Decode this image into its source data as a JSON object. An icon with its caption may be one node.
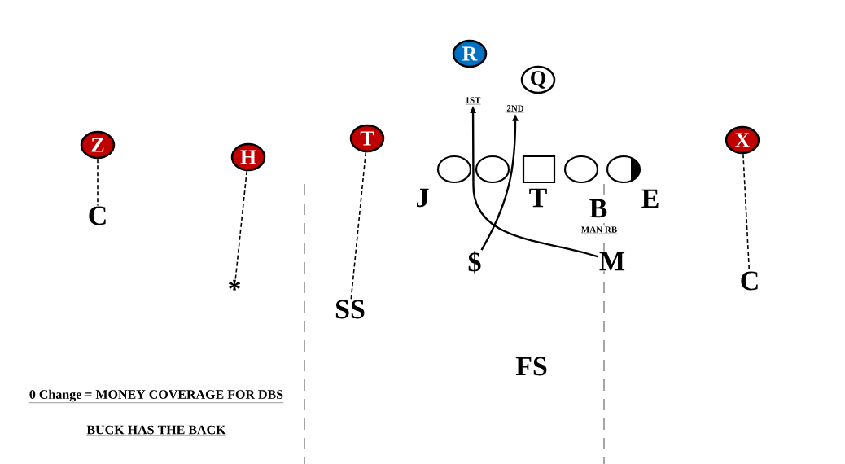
{
  "diagram": {
    "nodes": [
      {
        "text": [
          "R"
        ]
      },
      {
        "text": [
          "Q"
        ]
      },
      {
        "text": [
          "1ST"
        ]
      },
      {
        "text": [
          "2ND"
        ]
      },
      {
        "text": [
          "Z"
        ]
      },
      {
        "text": [
          "T"
        ]
      },
      {
        "text": [
          "X"
        ]
      },
      {
        "text": [
          "H"
        ]
      },
      {
        "text": [],
        "shape": "circle"
      },
      {
        "text": [],
        "shape": "circle"
      },
      {
        "text": [],
        "shape": "box"
      },
      {
        "text": [],
        "shape": "circle"
      },
      {
        "text": [],
        "shape": "circle"
      },
      {
        "text": [
          "C"
        ]
      },
      {
        "text": [
          "$"
        ]
      },
      {
        "text": [
          "M"
        ]
      },
      {
        "text": [
          "C"
        ]
      },
      {
        "text": [
          "*"
        ]
      },
      {
        "text": [
          "SS"
        ]
      }
    ],
    "edges": [
      {
        "from": 4,
        "to": 13,
        "arrow": "none",
        "style": "dashed"
      },
      {
        "from": 7,
        "to": 17,
        "arrow": "none",
        "style": "dashed"
      },
      {
        "from": 5,
        "to": 18,
        "arrow": "none",
        "style": "dashed"
      },
      {
        "from": 6,
        "to": 16,
        "arrow": "none",
        "style": "dashed"
      },
      {
        "from": 14,
        "to": 3,
        "arrow": "to"
      },
      {
        "from": 15,
        "to": 2,
        "arrow": "to"
      }
    ],
    "labels": [
      "J",
      "T",
      "B",
      "E",
      "MAN RB",
      "FS",
      "0 Change = MONEY COVERAGE FOR DBS",
      "BUCK HAS THE BACK"
    ]
  }
}
